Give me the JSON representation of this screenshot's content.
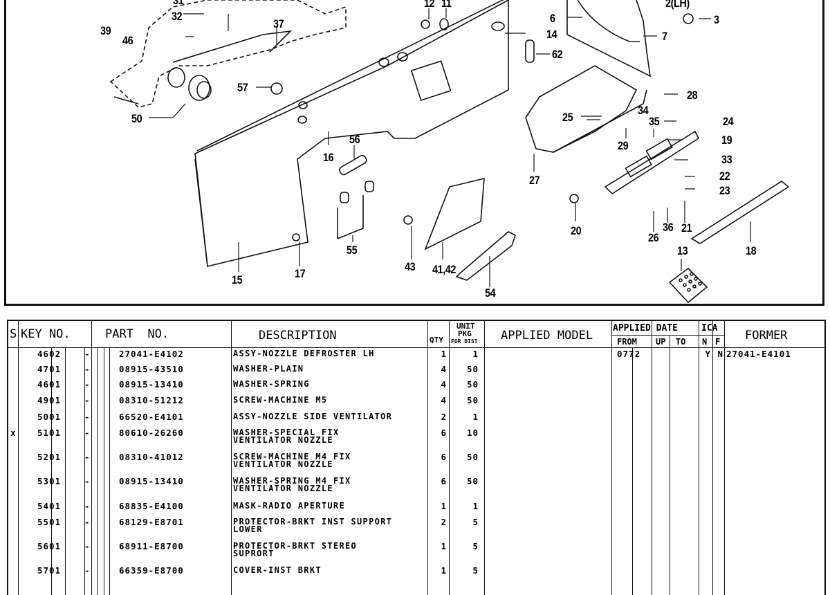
{
  "diagram": {
    "title": "Instrument panel parts exploded view",
    "callouts": [
      {
        "id": "c31",
        "label": "31"
      },
      {
        "id": "c32",
        "label": "32"
      },
      {
        "id": "c39",
        "label": "39"
      },
      {
        "id": "c46",
        "label": "46"
      },
      {
        "id": "c37",
        "label": "37"
      },
      {
        "id": "c12",
        "label": "12"
      },
      {
        "id": "c11",
        "label": "11"
      },
      {
        "id": "c2lh",
        "label": "2(LH)"
      },
      {
        "id": "c6",
        "label": "6"
      },
      {
        "id": "c3",
        "label": "3"
      },
      {
        "id": "c7",
        "label": "7"
      },
      {
        "id": "c14",
        "label": "14"
      },
      {
        "id": "c62",
        "label": "62"
      },
      {
        "id": "c57",
        "label": "57"
      },
      {
        "id": "c50",
        "label": "50"
      },
      {
        "id": "c28",
        "label": "28"
      },
      {
        "id": "c34",
        "label": "34"
      },
      {
        "id": "c25",
        "label": "25"
      },
      {
        "id": "c35",
        "label": "35"
      },
      {
        "id": "c24",
        "label": "24"
      },
      {
        "id": "c19",
        "label": "19"
      },
      {
        "id": "c29",
        "label": "29"
      },
      {
        "id": "c33",
        "label": "33"
      },
      {
        "id": "c16",
        "label": "16"
      },
      {
        "id": "c56",
        "label": "56"
      },
      {
        "id": "c27",
        "label": "27"
      },
      {
        "id": "c22",
        "label": "22"
      },
      {
        "id": "c23",
        "label": "23"
      },
      {
        "id": "c20",
        "label": "20"
      },
      {
        "id": "c36",
        "label": "36"
      },
      {
        "id": "c21",
        "label": "21"
      },
      {
        "id": "c26",
        "label": "26"
      },
      {
        "id": "c18",
        "label": "18"
      },
      {
        "id": "c13",
        "label": "13"
      },
      {
        "id": "c55",
        "label": "55"
      },
      {
        "id": "c43",
        "label": "43"
      },
      {
        "id": "c4142",
        "label": "41,42"
      },
      {
        "id": "c15",
        "label": "15"
      },
      {
        "id": "c17",
        "label": "17"
      },
      {
        "id": "c54",
        "label": "54"
      }
    ]
  },
  "table": {
    "headers": {
      "s": "S",
      "key_no": "KEY NO.",
      "part_no": "PART  NO.",
      "description": "DESCRIPTION",
      "qty": "QTY",
      "unit_pkg_1": "UNIT",
      "unit_pkg_2": "PKG",
      "unit_pkg_3": "FOR DIST",
      "applied_model": "APPLIED MODEL",
      "applied_date": "APPLIED DATE",
      "from": "FROM",
      "up_to": "UP  TO",
      "ica": "ICA",
      "ica_n": "N",
      "ica_f": "F",
      "former": "FORMER"
    },
    "rows": [
      {
        "s": "",
        "key": "4602",
        "dash": "-",
        "part": "27041-E4102",
        "desc1": "ASSY-NOZZLE DEFROSTER LH",
        "desc2": "",
        "qty": "1",
        "pkg": "1",
        "model": "",
        "from": "0772",
        "upto": "",
        "ica_n": "Y",
        "ica_f": "N",
        "former": "27041-E4101"
      },
      {
        "s": "",
        "key": "4701",
        "dash": "-",
        "part": "08915-43510",
        "desc1": "WASHER-PLAIN",
        "desc2": "",
        "qty": "4",
        "pkg": "50",
        "model": "",
        "from": "",
        "upto": "",
        "ica_n": "",
        "ica_f": "",
        "former": ""
      },
      {
        "s": "",
        "key": "4601",
        "dash": "-",
        "part": "08915-13410",
        "desc1": "WASHER-SPRING",
        "desc2": "",
        "qty": "4",
        "pkg": "50",
        "model": "",
        "from": "",
        "upto": "",
        "ica_n": "",
        "ica_f": "",
        "former": ""
      },
      {
        "s": "",
        "key": "4901",
        "dash": "-",
        "part": "08310-51212",
        "desc1": "SCREW-MACHINE M5",
        "desc2": "",
        "qty": "4",
        "pkg": "50",
        "model": "",
        "from": "",
        "upto": "",
        "ica_n": "",
        "ica_f": "",
        "former": ""
      },
      {
        "s": "",
        "key": "5001",
        "dash": "-",
        "part": "66520-E4101",
        "desc1": "ASSY-NOZZLE SIDE VENTILATOR",
        "desc2": "",
        "qty": "2",
        "pkg": "1",
        "model": "",
        "from": "",
        "upto": "",
        "ica_n": "",
        "ica_f": "",
        "former": ""
      },
      {
        "s": "x",
        "key": "5101",
        "dash": "-",
        "part": "80610-26260",
        "desc1": "WASHER-SPECIAL FIX",
        "desc2": "VENTILATOR NOZZLE",
        "qty": "6",
        "pkg": "10",
        "model": "",
        "from": "",
        "upto": "",
        "ica_n": "",
        "ica_f": "",
        "former": ""
      },
      {
        "s": "",
        "key": "5201",
        "dash": "-",
        "part": "08310-41012",
        "desc1": "SCREW-MACHINE M4 FIX",
        "desc2": "VENTILATOR NOZZLE",
        "qty": "6",
        "pkg": "50",
        "model": "",
        "from": "",
        "upto": "",
        "ica_n": "",
        "ica_f": "",
        "former": ""
      },
      {
        "s": "",
        "key": "5301",
        "dash": "-",
        "part": "08915-13410",
        "desc1": "WASHER-SPRING M4 FIX",
        "desc2": "VENTILATOR NOZZLE",
        "qty": "6",
        "pkg": "50",
        "model": "",
        "from": "",
        "upto": "",
        "ica_n": "",
        "ica_f": "",
        "former": ""
      },
      {
        "s": "",
        "key": "5401",
        "dash": "-",
        "part": "68835-E4100",
        "desc1": "MASK-RADIO APERTURE",
        "desc2": "",
        "qty": "1",
        "pkg": "1",
        "model": "",
        "from": "",
        "upto": "",
        "ica_n": "",
        "ica_f": "",
        "former": ""
      },
      {
        "s": "",
        "key": "5501",
        "dash": "-",
        "part": "68129-E8701",
        "desc1": "PROTECTOR-BRKT INST SUPPORT",
        "desc2": "LOWER",
        "qty": "2",
        "pkg": "5",
        "model": "",
        "from": "",
        "upto": "",
        "ica_n": "",
        "ica_f": "",
        "former": ""
      },
      {
        "s": "",
        "key": "5601",
        "dash": "-",
        "part": "68911-E8700",
        "desc1": "PROTECTOR-BRKT STEREO",
        "desc2": "SUPRORT",
        "qty": "1",
        "pkg": "5",
        "model": "",
        "from": "",
        "upto": "",
        "ica_n": "",
        "ica_f": "",
        "former": ""
      },
      {
        "s": "",
        "key": "5701",
        "dash": "-",
        "part": "66359-E8700",
        "desc1": "COVER-INST BRKT",
        "desc2": "",
        "qty": "1",
        "pkg": "5",
        "model": "",
        "from": "",
        "upto": "",
        "ica_n": "",
        "ica_f": "",
        "former": ""
      }
    ]
  }
}
